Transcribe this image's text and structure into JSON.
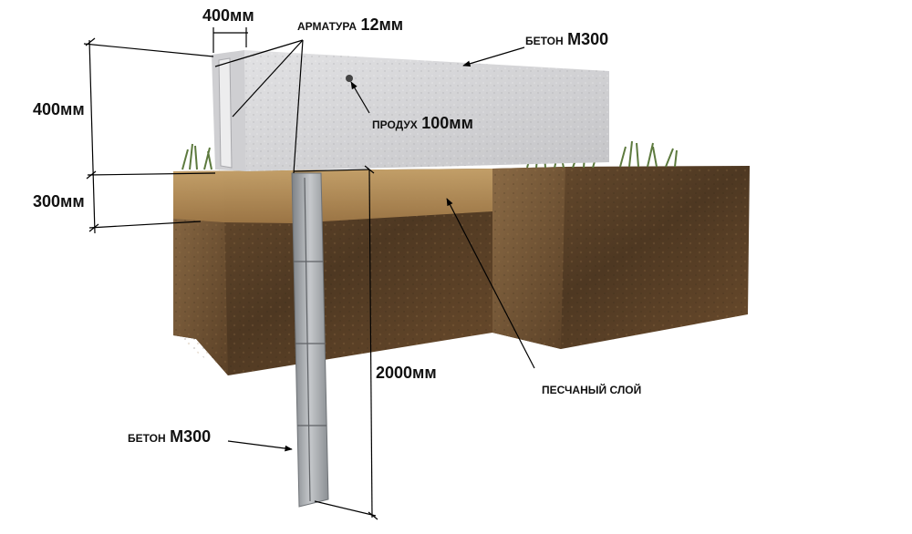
{
  "labels": {
    "width_top": "400мм",
    "rebar": {
      "prefix": "арматура",
      "value": "12мм"
    },
    "concrete_top": {
      "prefix": "бетон",
      "value": "М300"
    },
    "vent": {
      "prefix": "продух",
      "value": "100мм"
    },
    "height_above": "400мм",
    "depth_sand": "300мм",
    "sand_layer": "песчаный слой",
    "pile_depth": "2000мм",
    "concrete_pile": {
      "prefix": "бетон",
      "value": "М300"
    }
  },
  "colors": {
    "concrete": "#d6d6d8",
    "sand": "#b08a55",
    "soil_dark": "#5a4128",
    "soil_mid": "#7a5a38",
    "grass": "#5d7a3e",
    "pile": "#9fa3a7",
    "line": "#000000"
  }
}
